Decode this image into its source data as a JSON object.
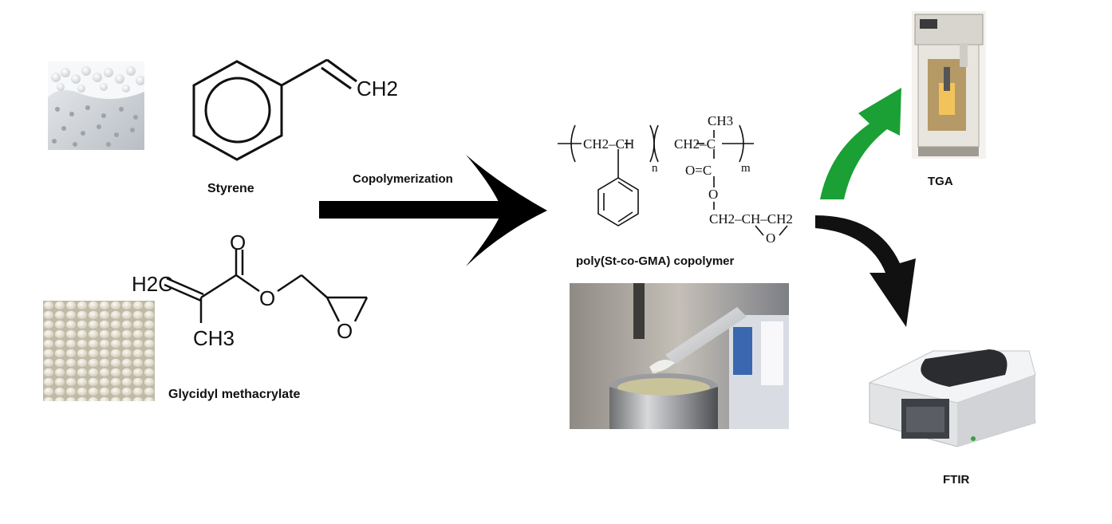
{
  "monomers": {
    "styrene": {
      "label": "Styrene",
      "formula_group": "CH2"
    },
    "gma": {
      "label": "Glycidyl methacrylate",
      "formula_groups": {
        "vinyl": "H2C",
        "methyl": "CH3",
        "ester_o": "O",
        "epoxide_o": "O",
        "carbonyl_o": "O"
      }
    }
  },
  "process": {
    "arrow_label": "Copolymerization"
  },
  "product": {
    "label": "poly(St-co-GMA) copolymer",
    "structure": {
      "unit1": "CH2–CH",
      "unit2": "CH2–C",
      "methyl": "CH3",
      "carbonyl": "O=C",
      "ester_o": "O",
      "side_chain": "CH2–CH–CH2",
      "epoxide_o": "O",
      "subscript_n": "n",
      "subscript_m": "m"
    }
  },
  "characterization": [
    {
      "label": "TGA",
      "arrow_color": "#1aa035"
    },
    {
      "label": "FTIR",
      "arrow_color": "#111111"
    }
  ]
}
